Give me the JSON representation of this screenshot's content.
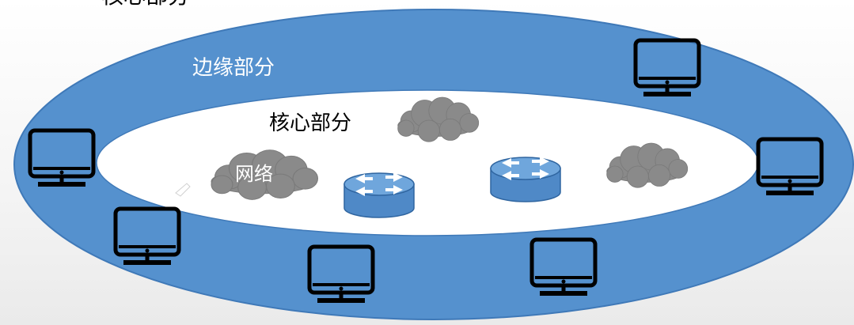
{
  "diagram": {
    "top_text": "核心部分",
    "edge_label": "边缘部分",
    "core_label": "核心部分",
    "cloud_label": "网络",
    "colors": {
      "edge_ring": "#5591CE",
      "edge_ring_stroke": "#3A72AE",
      "core": "#FFFFFF",
      "cloud": "#8A8A8A",
      "router_side": "#4F89C7",
      "router_top": "#6FA6DC",
      "monitor": "#000000"
    },
    "icons": {
      "host": "desktop-monitor-icon",
      "router": "router-icon",
      "network": "cloud-icon"
    }
  }
}
